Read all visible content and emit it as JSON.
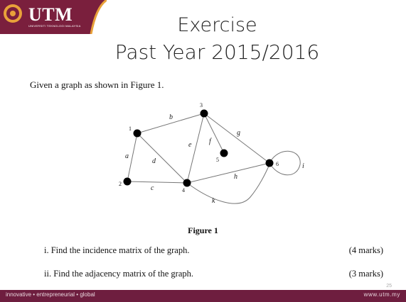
{
  "logo": {
    "text": "UTM",
    "subtitle": "UNIVERSITI TEKNOLOGI MALAYSIA"
  },
  "title": {
    "line1": "Exercise",
    "line2": "Past Year 2015/2016"
  },
  "intro": "Given a graph as shown in Figure 1.",
  "figure": {
    "caption": "Figure 1",
    "vertices": [
      "1",
      "2",
      "3",
      "4",
      "5",
      "6"
    ],
    "edges": [
      {
        "label": "a",
        "from": "1",
        "to": "2"
      },
      {
        "label": "b",
        "from": "1",
        "to": "3"
      },
      {
        "label": "c",
        "from": "2",
        "to": "4"
      },
      {
        "label": "d",
        "from": "1",
        "to": "4"
      },
      {
        "label": "e",
        "from": "3",
        "to": "4"
      },
      {
        "label": "f",
        "from": "3",
        "to": "5"
      },
      {
        "label": "g",
        "from": "3",
        "to": "6"
      },
      {
        "label": "h",
        "from": "4",
        "to": "6"
      },
      {
        "label": "i",
        "from": "6",
        "to": "6"
      },
      {
        "label": "k",
        "from": "4",
        "to": "6"
      }
    ]
  },
  "questions": [
    {
      "text": "i.  Find the incidence matrix of the graph.",
      "marks": "(4 marks)"
    },
    {
      "text": "ii. Find the adjacency matrix of the graph.",
      "marks": "(3 marks)"
    }
  ],
  "footer": {
    "left": "innovative • entrepreneurial • global",
    "right": "www.utm.my"
  },
  "page_number": "25",
  "colors": {
    "brand": "#6e1e3f",
    "logo_bg": "#7a1f3d",
    "logo_accent": "#e8a13a"
  }
}
